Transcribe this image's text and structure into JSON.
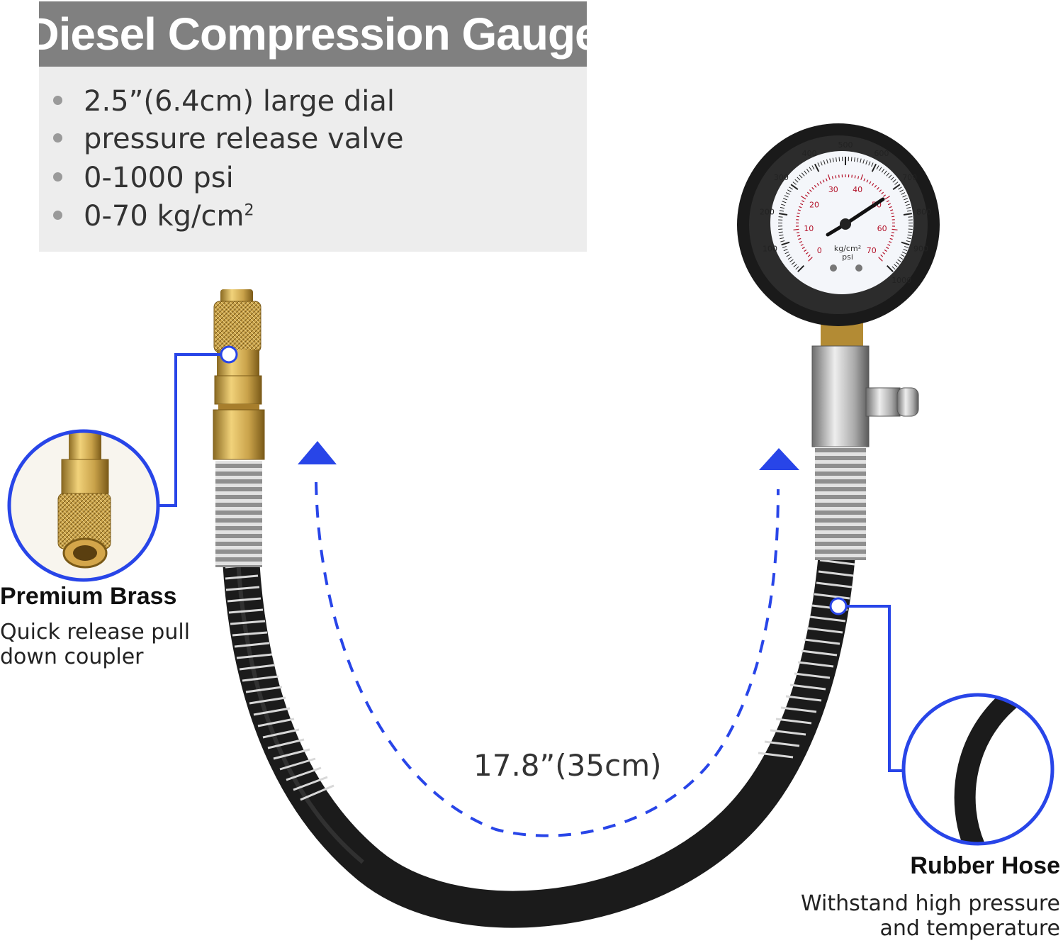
{
  "title": "Diesel Compression Gauge",
  "specs": [
    "2.5”(6.4cm) large dial",
    "pressure release valve",
    "0-1000 psi",
    "0-70 kg/cm"
  ],
  "spec_superscript": "2",
  "features": {
    "brass": {
      "title": "Premium Brass",
      "desc_line1": "Quick release pull",
      "desc_line2": "down coupler"
    },
    "hose": {
      "title": "Rubber Hose",
      "desc_line1": "Withstand high pressure",
      "desc_line2": "and temperature"
    }
  },
  "length_label": "17.8”(35cm)",
  "gauge": {
    "psi_ticks": [
      "100",
      "200",
      "300",
      "400",
      "500",
      "600",
      "700",
      "800",
      "900",
      "1000"
    ],
    "kg_ticks": [
      "0",
      "10",
      "20",
      "30",
      "40",
      "50",
      "60",
      "70"
    ],
    "unit_kg": "kg/cm²",
    "unit_psi": "psi"
  },
  "colors": {
    "accent": "#2845e8",
    "title_bg": "#808080",
    "panel_bg": "#ededed",
    "hose": "#1b1b1b",
    "brass": "#c9a24a"
  }
}
